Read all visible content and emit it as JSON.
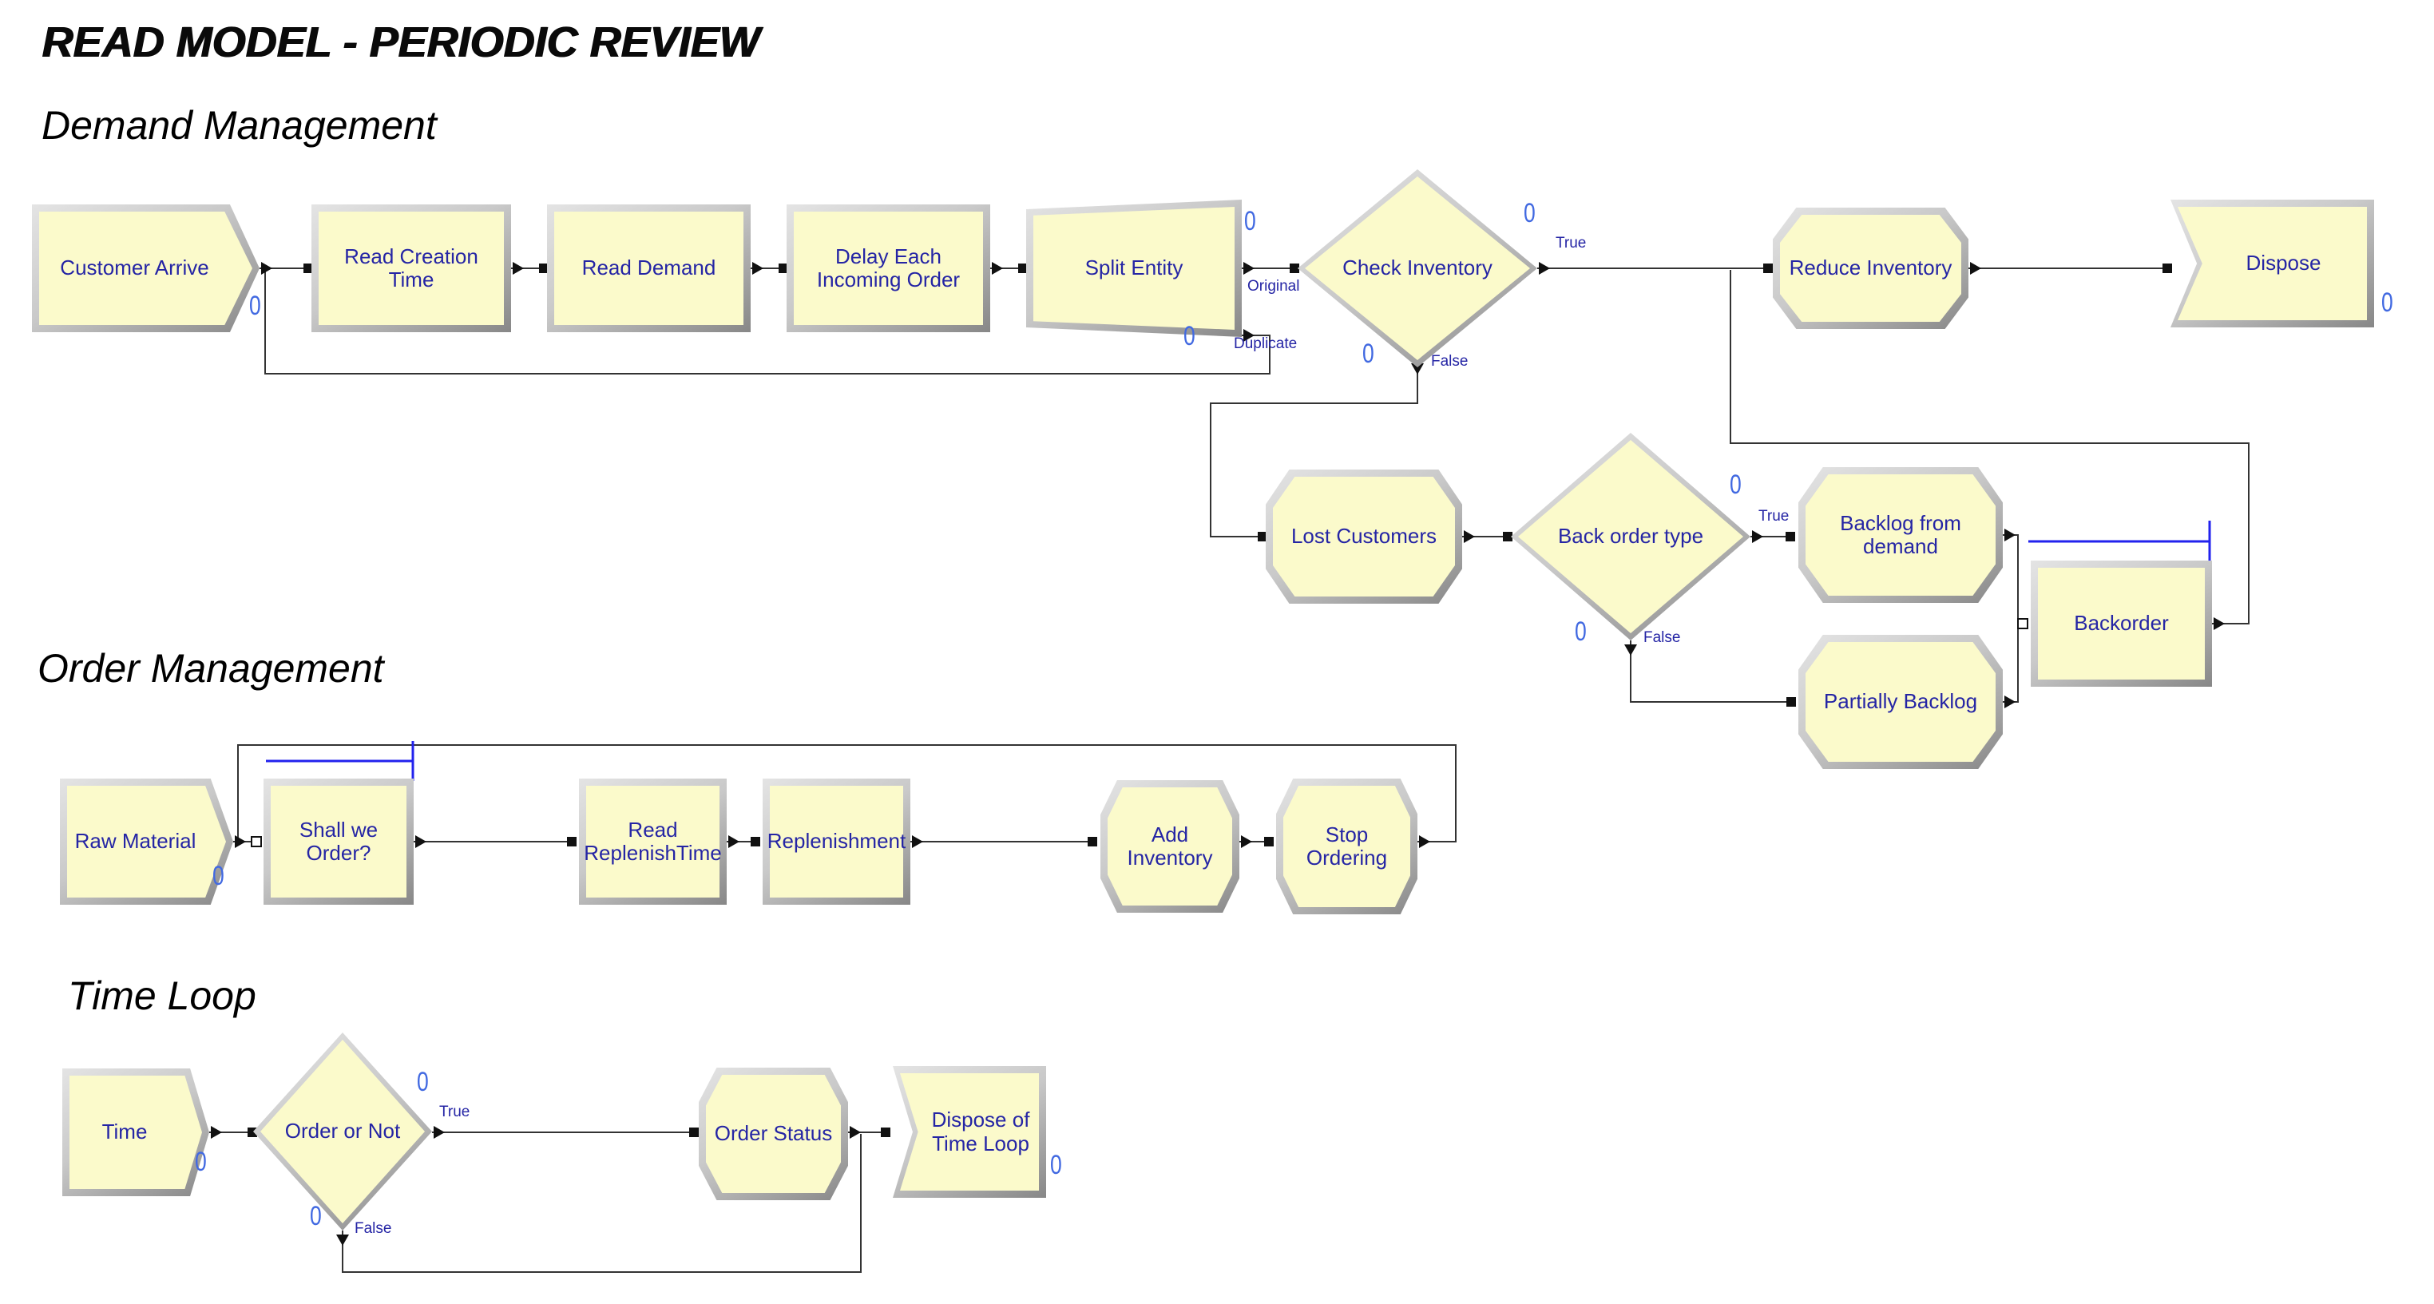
{
  "title": "READ MODEL - PERIODIC REVIEW",
  "sections": {
    "demand": {
      "label": "Demand Management"
    },
    "order": {
      "label": "Order Management"
    },
    "time": {
      "label": "Time Loop"
    }
  },
  "blocks": {
    "customer_arrive": {
      "label": "Customer Arrive",
      "type": "Create"
    },
    "read_creation_time": {
      "label": "Read Creation Time",
      "type": "ReadWrite"
    },
    "read_demand": {
      "label": "Read Demand",
      "type": "ReadWrite"
    },
    "delay_each_incoming_order": {
      "label": "Delay Each Incoming Order",
      "type": "Delay"
    },
    "split_entity": {
      "label": "Split Entity",
      "type": "Separate"
    },
    "check_inventory": {
      "label": "Check Inventory",
      "type": "Decide"
    },
    "reduce_inventory": {
      "label": "Reduce Inventory",
      "type": "Process"
    },
    "dispose": {
      "label": "Dispose",
      "type": "Dispose"
    },
    "lost_customers": {
      "label": "Lost Customers",
      "type": "Process"
    },
    "back_order_type": {
      "label": "Back order type",
      "type": "Decide"
    },
    "backlog_from_demand": {
      "label": "Backlog from demand",
      "type": "Process"
    },
    "partially_backlog": {
      "label": "Partially Backlog",
      "type": "Process"
    },
    "backorder": {
      "label": "Backorder",
      "type": "Hold"
    },
    "raw_material": {
      "label": "Raw Material",
      "type": "Create"
    },
    "shall_we_order": {
      "label": "Shall we Order?",
      "type": "Hold"
    },
    "read_replenishtime": {
      "label": "Read ReplenishTime",
      "type": "ReadWrite"
    },
    "replenishment": {
      "label": "Replenishment",
      "type": "Process"
    },
    "add_inventory": {
      "label": "Add Inventory",
      "type": "Process"
    },
    "stop_ordering": {
      "label": "Stop Ordering",
      "type": "Process"
    },
    "time": {
      "label": "Time",
      "type": "Create"
    },
    "order_or_not": {
      "label": "Order or Not",
      "type": "Decide"
    },
    "order_status": {
      "label": "Order Status",
      "type": "Process"
    },
    "dispose_of_time_loop": {
      "label": "Dispose of Time Loop",
      "type": "Dispose"
    }
  },
  "branch_labels": {
    "split_original": "Original",
    "split_duplicate": "Duplicate",
    "check_inventory_true": "True",
    "check_inventory_false": "False",
    "back_order_type_true": "True",
    "back_order_type_false": "False",
    "order_or_not_true": "True",
    "order_or_not_false": "False"
  },
  "counters": {
    "customer_arrive": "0",
    "split_original": "0",
    "split_duplicate": "0",
    "check_inventory_true": "0",
    "check_inventory_false": "0",
    "dispose": "0",
    "back_order_type_true": "0",
    "back_order_type_false": "0",
    "raw_material": "0",
    "time": "0",
    "order_or_not_true": "0",
    "order_or_not_false": "0",
    "dispose_of_time_loop": "0"
  },
  "colors": {
    "block_fill": "#FBFACB",
    "block_text": "#2525A5",
    "bevel_light": "#E4E4E4",
    "bevel_dark": "#878787",
    "counter": "#4169E1",
    "queue_line": "#2222EE",
    "connector": "#333333"
  }
}
